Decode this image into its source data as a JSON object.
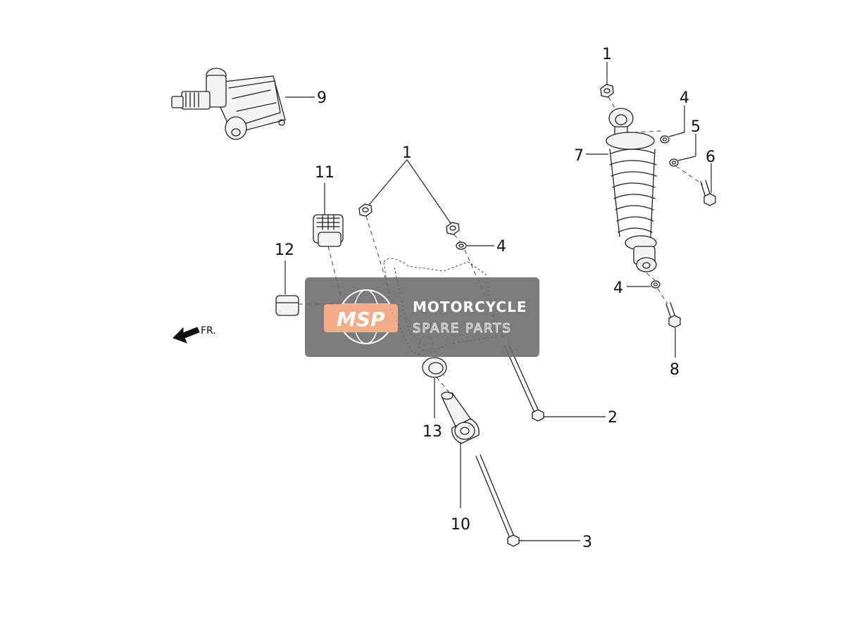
{
  "diagram": {
    "callouts": {
      "c1_top": "1",
      "c1_mid": "1",
      "c2": "2",
      "c3": "3",
      "c4_a": "4",
      "c4_b": "4",
      "c4_c": "4",
      "c5": "5",
      "c6": "6",
      "c7": "7",
      "c8": "8",
      "c9": "9",
      "c10": "10",
      "c11": "11",
      "c12": "12",
      "c13": "13"
    },
    "direction_label": "FR."
  },
  "watermark": {
    "logo": "MSP",
    "line1": "MOTORCYCLE",
    "line2": "SPARE PARTS",
    "logo_color": "#f2a07a",
    "panel_color": "#6b6b6b"
  }
}
